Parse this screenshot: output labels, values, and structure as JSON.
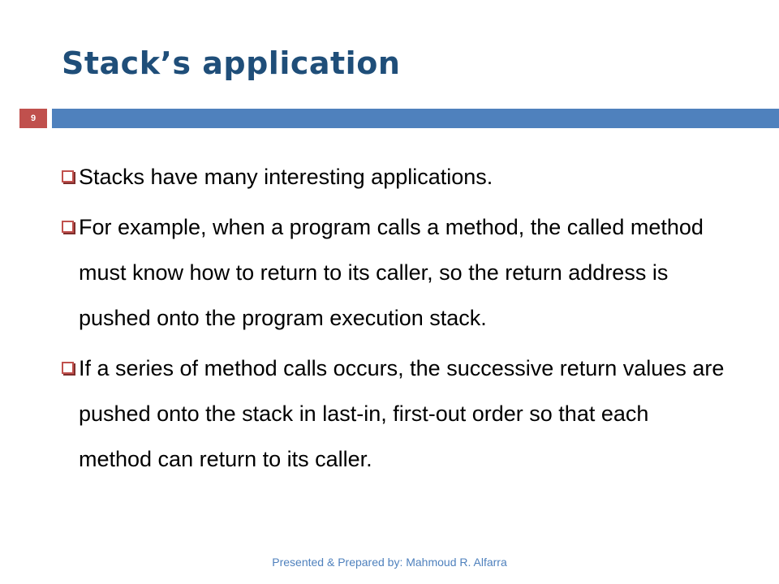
{
  "slide": {
    "title": "Stack’s application",
    "number": "9",
    "bullets": [
      {
        "text": "Stacks have many interesting applications."
      },
      {
        "text": "For example, when a program calls a method, the called method must know how to return to its caller, so the return address is pushed onto the program execution stack."
      },
      {
        "text": "If a series of method calls occurs, the successive return values are pushed onto the stack in last-in, first-out order so that each method can return to its caller."
      }
    ],
    "footer": "Presented & Prepared by: Mahmoud R. Alfarra"
  },
  "colors": {
    "title": "#1F4E79",
    "accent_red": "#C0504D",
    "accent_blue": "#4F81BD"
  },
  "icons": {
    "bullet": "hollow-square-bullet-icon"
  }
}
